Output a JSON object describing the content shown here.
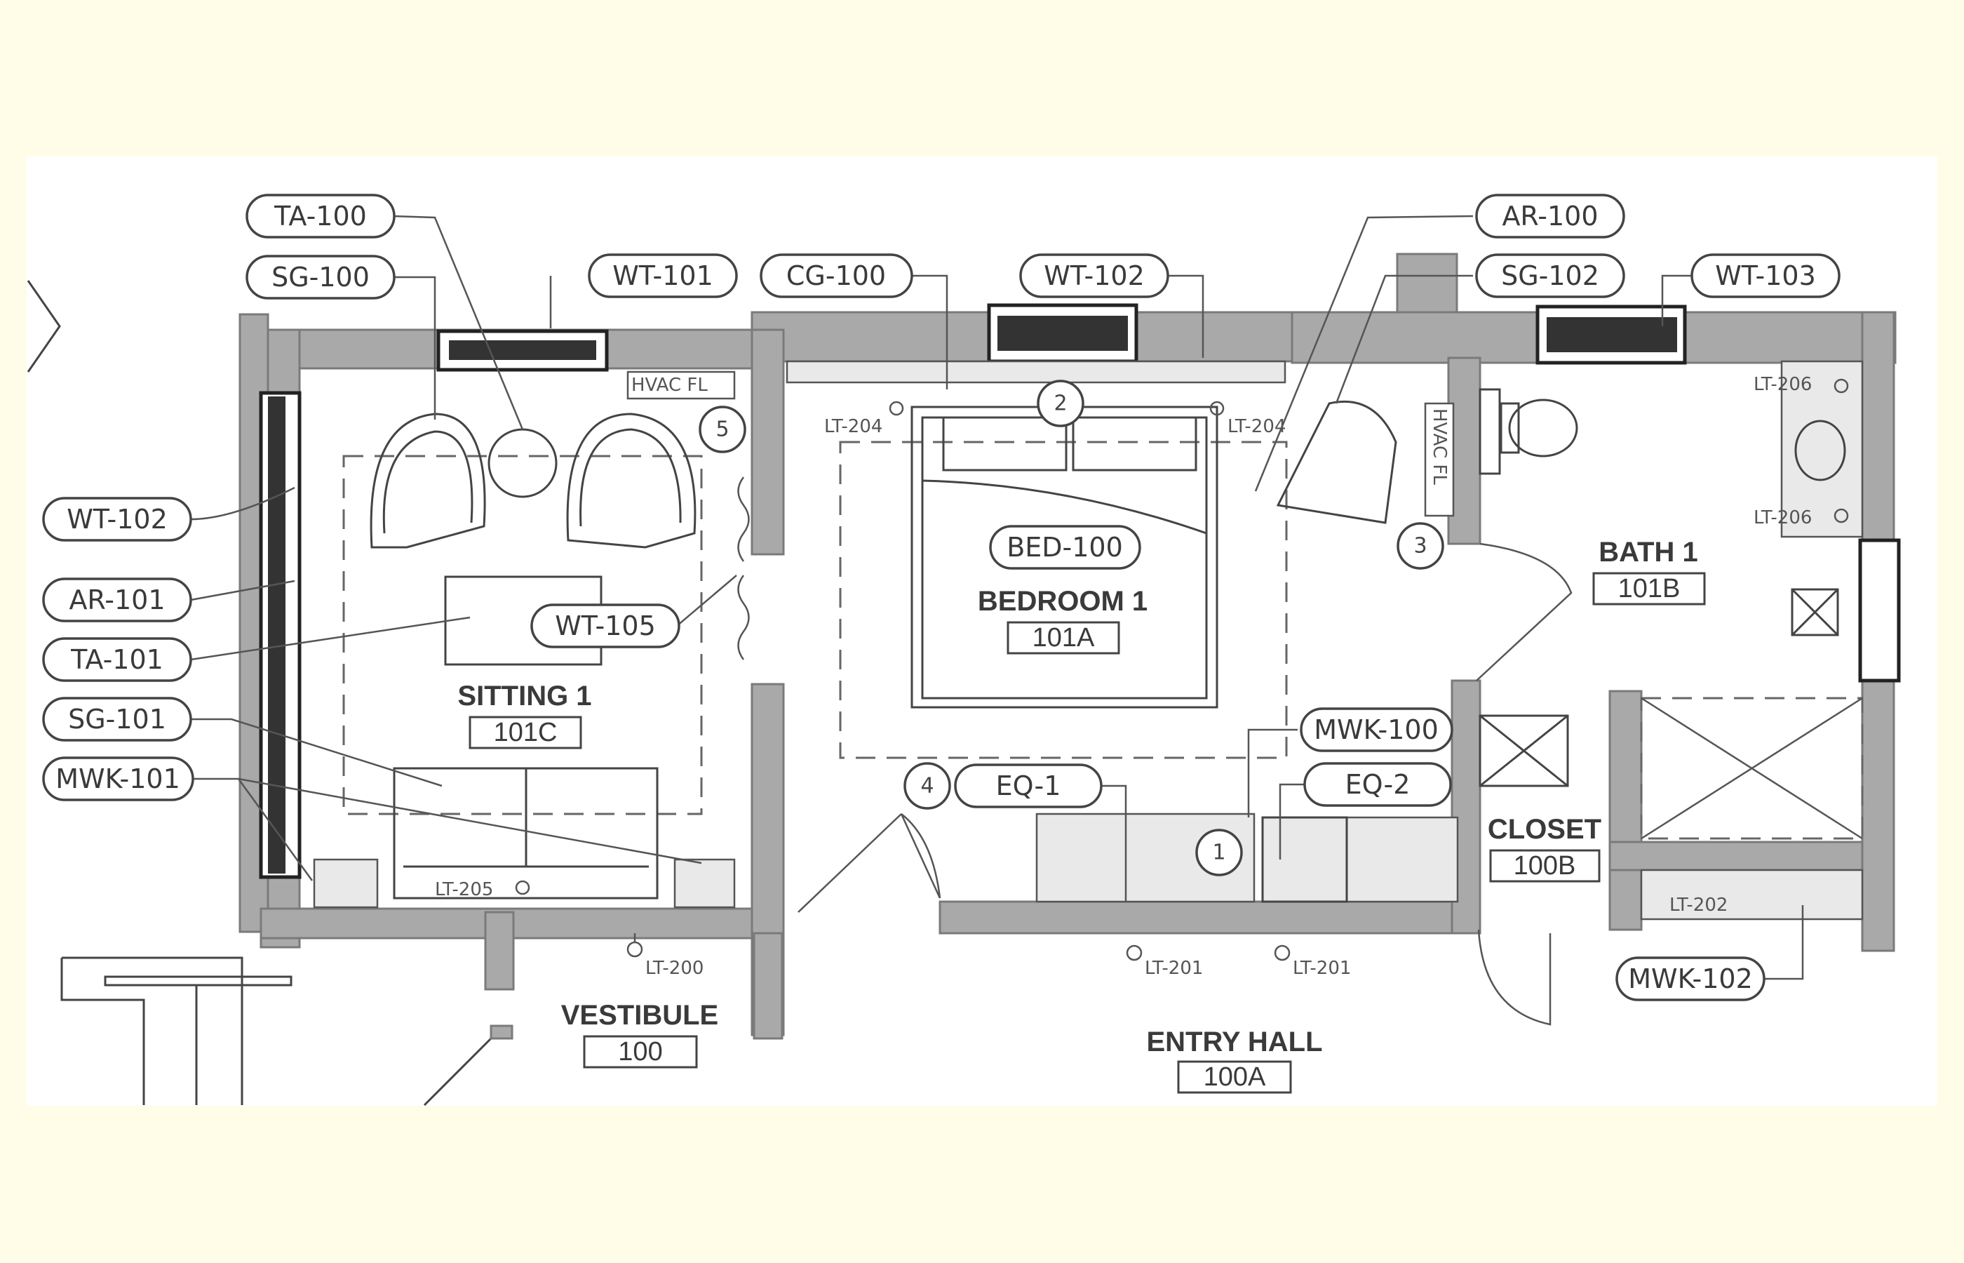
{
  "tags": {
    "ta_100": "TA-100",
    "sg_100": "SG-100",
    "wt_101": "WT-101",
    "cg_100": "CG-100",
    "wt_102_top": "WT-102",
    "ar_100": "AR-100",
    "sg_102": "SG-102",
    "wt_103": "WT-103",
    "wt_102_left": "WT-102",
    "ar_101": "AR-101",
    "ta_101": "TA-101",
    "sg_101": "SG-101",
    "mwk_101": "MWK-101",
    "wt_105": "WT-105",
    "bed_100": "BED-100",
    "mwk_100": "MWK-100",
    "eq_1": "EQ-1",
    "eq_2": "EQ-2",
    "mwk_102": "MWK-102"
  },
  "rooms": {
    "sitting": {
      "name": "SITTING 1",
      "number": "101C"
    },
    "bedroom": {
      "name": "BEDROOM 1",
      "number": "101A"
    },
    "bath": {
      "name": "BATH 1",
      "number": "101B"
    },
    "closet": {
      "name": "CLOSET",
      "number": "100B"
    },
    "vestibule": {
      "name": "VESTIBULE",
      "number": "100"
    },
    "entry": {
      "name": "ENTRY HALL",
      "number": "100A"
    }
  },
  "lights": {
    "lt_200": "LT-200",
    "lt_201_a": "LT-201",
    "lt_201_b": "LT-201",
    "lt_202": "LT-202",
    "lt_204_a": "LT-204",
    "lt_204_b": "LT-204",
    "lt_205": "LT-205",
    "lt_206_a": "LT-206",
    "lt_206_b": "LT-206"
  },
  "keynotes": {
    "k1": "1",
    "k2": "2",
    "k3": "3",
    "k4": "4",
    "k5": "5"
  },
  "hvac": {
    "top": "HVAC FL",
    "side": "HVAC FL"
  }
}
